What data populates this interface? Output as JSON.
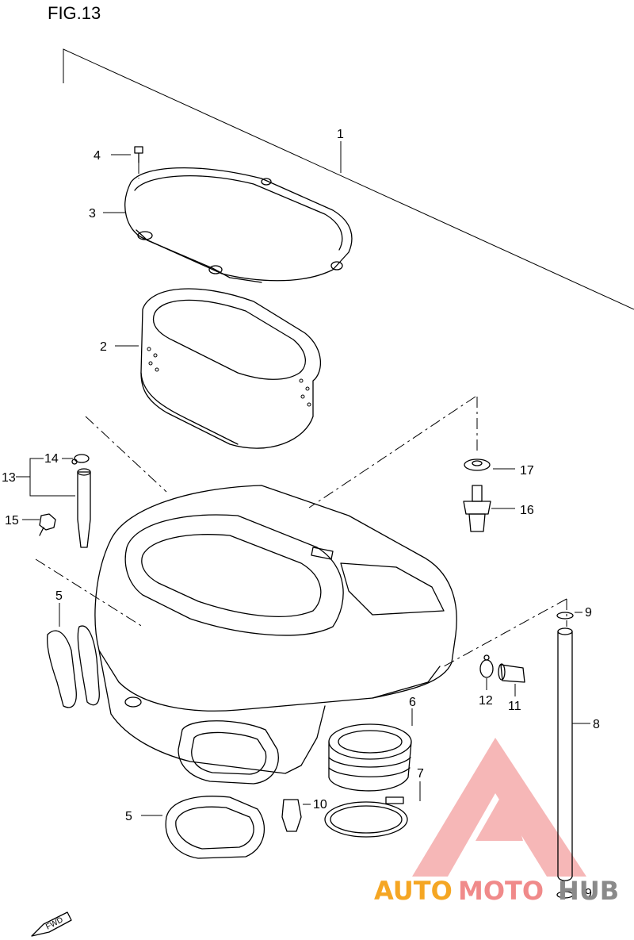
{
  "figure": {
    "title": "FIG.13"
  },
  "callouts": {
    "c1": "1",
    "c2": "2",
    "c3": "3",
    "c4": "4",
    "c5a": "5",
    "c5b": "5",
    "c6": "6",
    "c7": "7",
    "c8": "8",
    "c9a": "9",
    "c9b": "9",
    "c10": "10",
    "c11": "11",
    "c12": "12",
    "c13": "13",
    "c14": "14",
    "c15": "15",
    "c16": "16",
    "c17": "17"
  },
  "fwd_label": "FWD",
  "watermark": {
    "word_a": "AUTO",
    "word_b": "MOTO",
    "word_c": "HUB",
    "color_a": "#f5a623",
    "color_b": "#f08a8a",
    "color_c": "#8a8a8a"
  }
}
